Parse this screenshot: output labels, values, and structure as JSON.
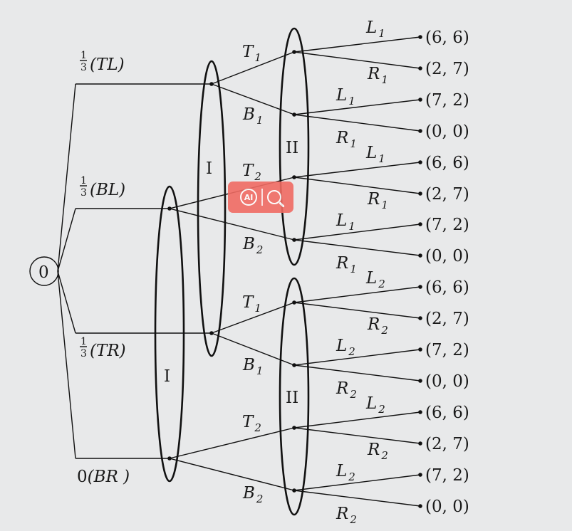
{
  "root": {
    "label": "0"
  },
  "chance_branches": [
    {
      "prob": "1",
      "den": "3",
      "label": "(TL)"
    },
    {
      "prob": "1",
      "den": "3",
      "label": "(BL)"
    },
    {
      "prob": "1",
      "den": "3",
      "label": "(TR)"
    },
    {
      "prob": "0",
      "den": "",
      "label": "(BR )"
    }
  ],
  "player_one_sets": [
    {
      "label": "I"
    },
    {
      "label": "I"
    }
  ],
  "player_two_sets": [
    {
      "label": "II"
    },
    {
      "label": "II"
    }
  ],
  "player_one_moves": [
    {
      "letter": "T",
      "sub": "1"
    },
    {
      "letter": "B",
      "sub": "1"
    },
    {
      "letter": "T",
      "sub": "2"
    },
    {
      "letter": "B",
      "sub": "2"
    },
    {
      "letter": "T",
      "sub": "1"
    },
    {
      "letter": "B",
      "sub": "1"
    },
    {
      "letter": "T",
      "sub": "2"
    },
    {
      "letter": "B",
      "sub": "2"
    }
  ],
  "player_two_moves": [
    {
      "letter": "L",
      "sub": "1"
    },
    {
      "letter": "R",
      "sub": "1"
    },
    {
      "letter": "L",
      "sub": "1"
    },
    {
      "letter": "R",
      "sub": "1"
    },
    {
      "letter": "L",
      "sub": "1"
    },
    {
      "letter": "R",
      "sub": "1"
    },
    {
      "letter": "L",
      "sub": "1"
    },
    {
      "letter": "R",
      "sub": "1"
    },
    {
      "letter": "L",
      "sub": "2"
    },
    {
      "letter": "R",
      "sub": "2"
    },
    {
      "letter": "L",
      "sub": "2"
    },
    {
      "letter": "R",
      "sub": "2"
    },
    {
      "letter": "L",
      "sub": "2"
    },
    {
      "letter": "R",
      "sub": "2"
    },
    {
      "letter": "L",
      "sub": "2"
    },
    {
      "letter": "R",
      "sub": "2"
    }
  ],
  "payoffs": [
    "(6, 6)",
    "(2, 7)",
    "(7, 2)",
    "(0, 0)",
    "(6, 6)",
    "(2, 7)",
    "(7, 2)",
    "(0, 0)",
    "(6, 6)",
    "(2, 7)",
    "(7, 2)",
    "(0, 0)",
    "(6, 6)",
    "(2, 7)",
    "(7, 2)",
    "(0, 0)"
  ],
  "overlay": {
    "ai_icon": "AI",
    "search_icon": "search-icon"
  }
}
